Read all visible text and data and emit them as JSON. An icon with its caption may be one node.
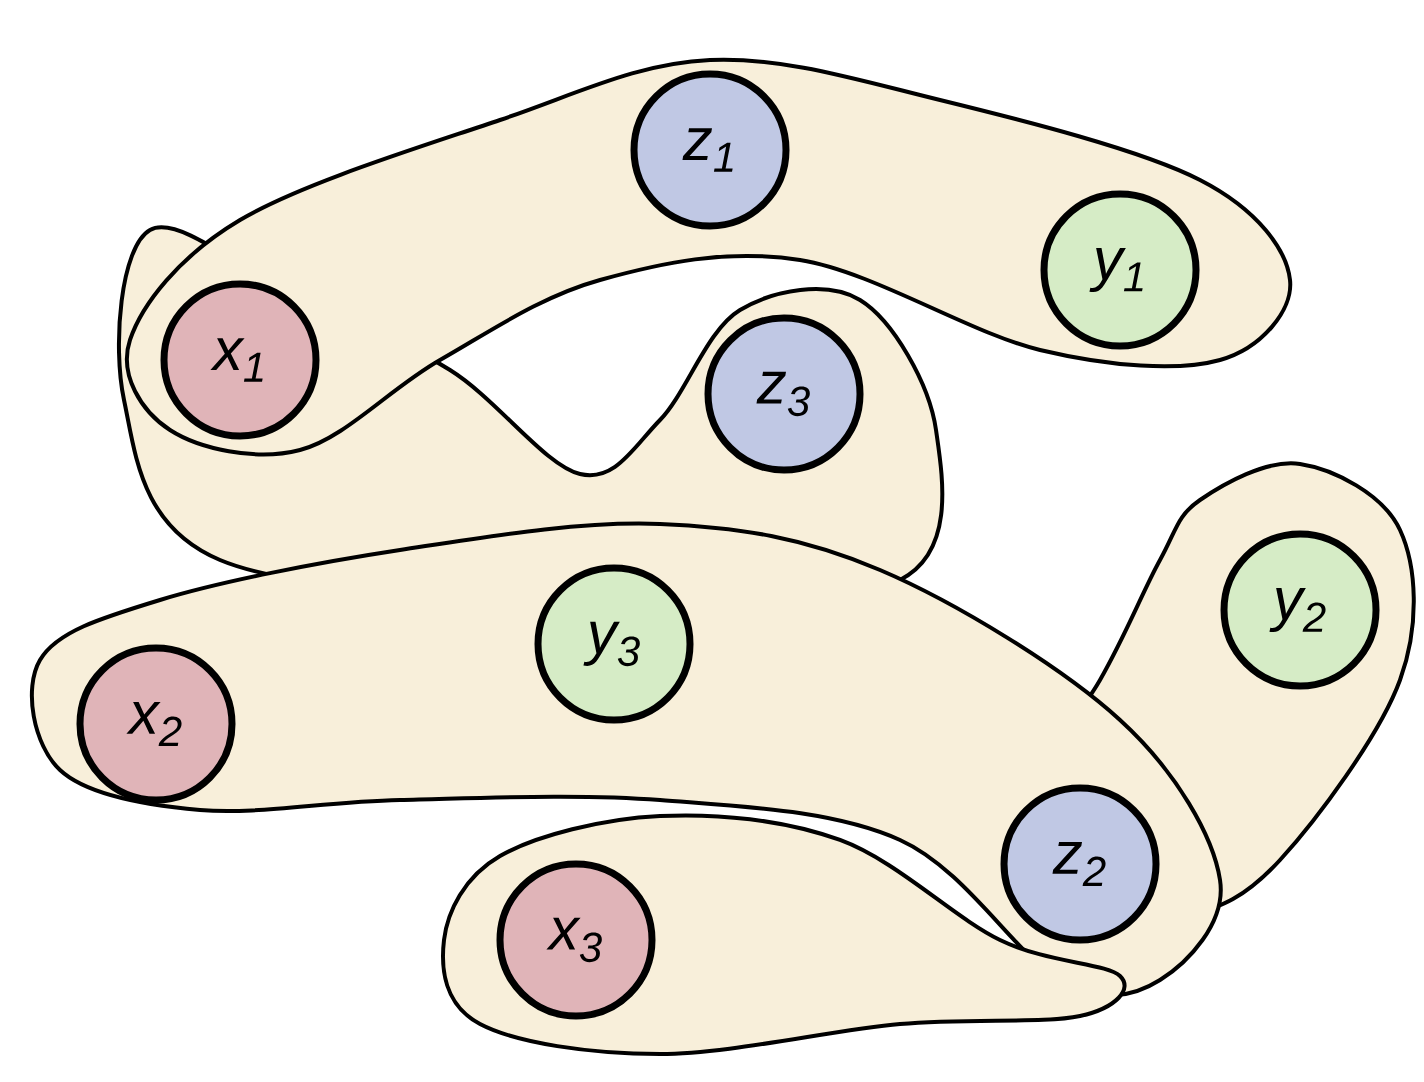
{
  "diagram": {
    "nodes": [
      {
        "text": [
          "z$_{1}$"
        ]
      },
      {
        "text": [
          "x$_{1}$"
        ]
      },
      {
        "text": [
          "y$_{1}$"
        ]
      },
      {
        "text": [
          "z$_{3}$"
        ]
      },
      {
        "text": [
          "y$_{2}$"
        ]
      },
      {
        "text": [
          "x$_{2}$"
        ]
      },
      {
        "text": [
          "y$_{3}$"
        ]
      },
      {
        "text": [
          "z$_{2}$"
        ]
      },
      {
        "text": [
          "x$_{3}$"
        ]
      }
    ]
  }
}
